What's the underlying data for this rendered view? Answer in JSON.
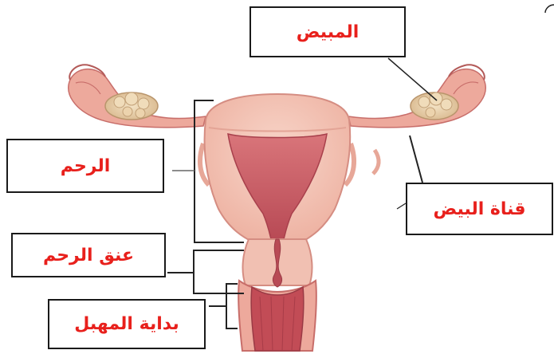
{
  "labels": {
    "ovary": "المبيض",
    "uterus": "الرحم",
    "fallopian_tube": "قناة البيض",
    "cervix": "عنق الرحم",
    "vagina_start": "بداية المهبل"
  },
  "colors": {
    "label_text": "#e8201c",
    "tissue_light": "#f4c9bb",
    "tissue_mid": "#e89a8a",
    "tissue_dark": "#c85a58",
    "ovary": "#ead2ae",
    "line": "#222222"
  }
}
